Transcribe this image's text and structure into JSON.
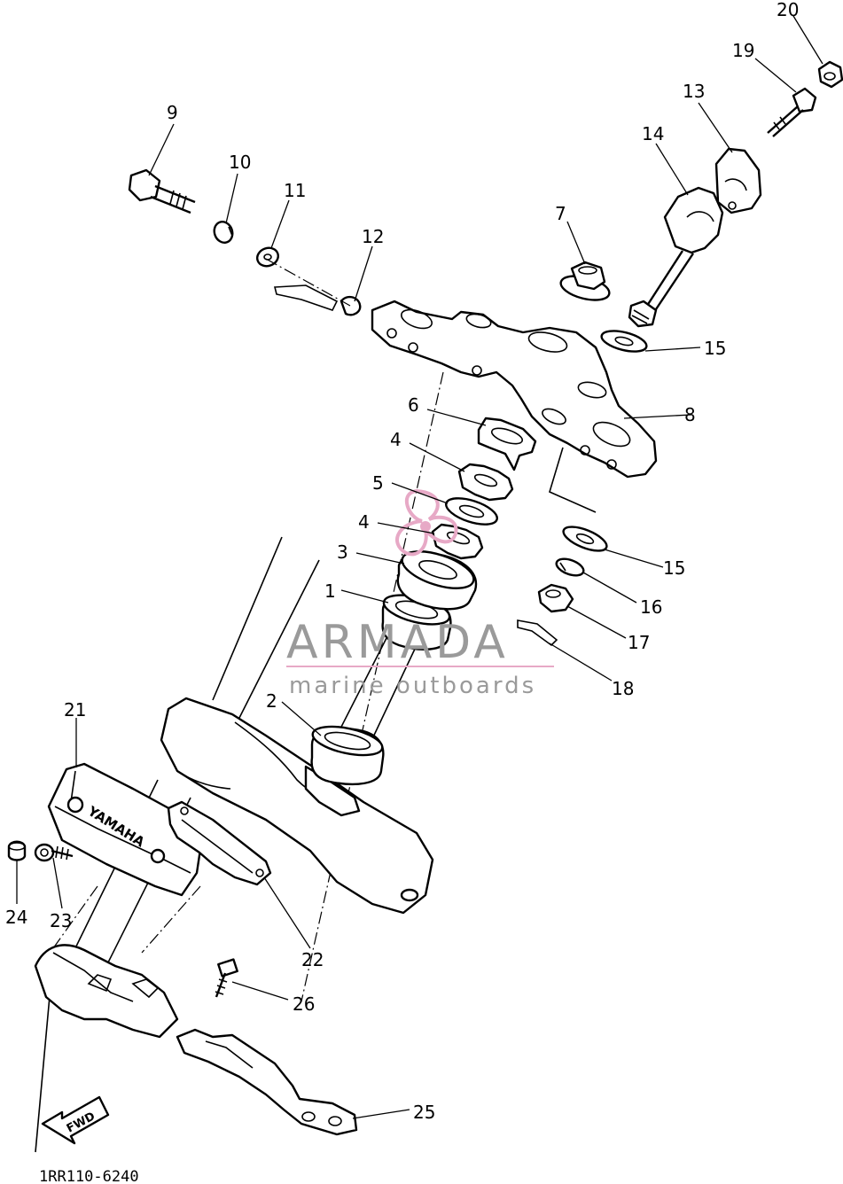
{
  "callouts": [
    {
      "id": "1",
      "label": "1"
    },
    {
      "id": "2",
      "label": "2"
    },
    {
      "id": "3",
      "label": "3"
    },
    {
      "id": "4a",
      "label": "4"
    },
    {
      "id": "4b",
      "label": "4"
    },
    {
      "id": "5",
      "label": "5"
    },
    {
      "id": "6",
      "label": "6"
    },
    {
      "id": "7",
      "label": "7"
    },
    {
      "id": "8",
      "label": "8"
    },
    {
      "id": "9",
      "label": "9"
    },
    {
      "id": "10",
      "label": "10"
    },
    {
      "id": "11",
      "label": "11"
    },
    {
      "id": "12",
      "label": "12"
    },
    {
      "id": "13",
      "label": "13"
    },
    {
      "id": "14",
      "label": "14"
    },
    {
      "id": "15a",
      "label": "15"
    },
    {
      "id": "15b",
      "label": "15"
    },
    {
      "id": "16",
      "label": "16"
    },
    {
      "id": "17",
      "label": "17"
    },
    {
      "id": "18",
      "label": "18"
    },
    {
      "id": "19",
      "label": "19"
    },
    {
      "id": "20",
      "label": "20"
    },
    {
      "id": "21",
      "label": "21"
    },
    {
      "id": "22",
      "label": "22"
    },
    {
      "id": "23",
      "label": "23"
    },
    {
      "id": "24",
      "label": "24"
    },
    {
      "id": "25",
      "label": "25"
    },
    {
      "id": "26",
      "label": "26"
    }
  ],
  "emblem_text": "YAMAHA",
  "fwd_label": "FWD",
  "diagram_code": "1RR110-6240",
  "watermark": {
    "brand": "ARMADA",
    "tagline": "marine outboards",
    "logo_color": "#e7a9c6",
    "text_color": "#9a9a9a"
  }
}
